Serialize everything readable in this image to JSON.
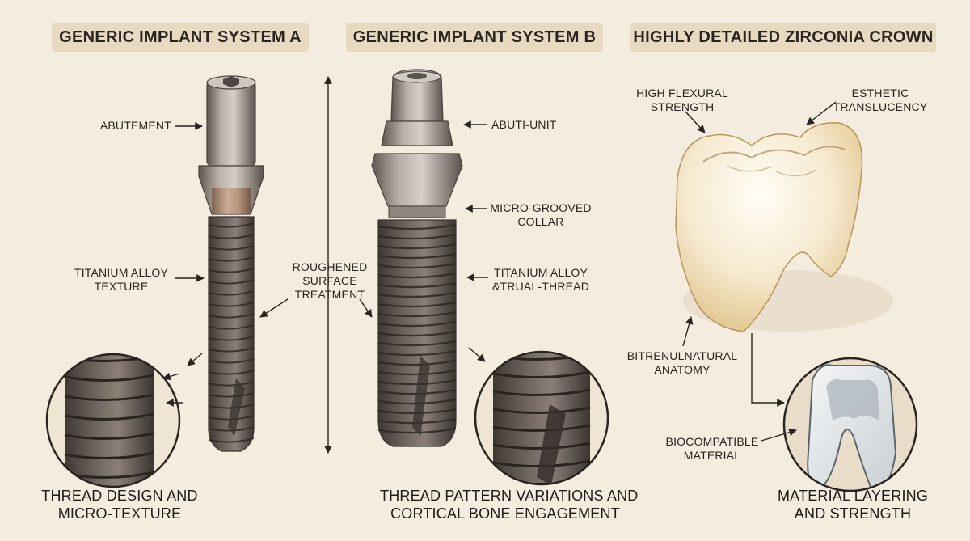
{
  "panels": {
    "a_title": "GENERIC IMPLANT SYSTEM A",
    "b_title": "GENERIC IMPLANT SYSTEM B",
    "c_title": "HIGHLY DETAILED ZIRCONIA CROWN"
  },
  "labels_a": {
    "abutement": "ABUTEMENT",
    "titanium_l1": "TITANIUM ALLOY",
    "titanium_l2": "TEXTURE"
  },
  "labels_mid": {
    "rough_l1": "ROUGHENED",
    "rough_l2": "SURFACE",
    "rough_l3": "TREATMENT"
  },
  "labels_b": {
    "abuti": "ABUTI-UNIT",
    "micro_l1": "MICRO-GROOVED",
    "micro_l2": "COLLAR",
    "ti_l1": "TITANIUM ALLOY",
    "ti_l2": "&TRUAL-THREAD"
  },
  "labels_c": {
    "flex_l1": "HIGH FLEXURAL",
    "flex_l2": "STRENGTH",
    "esth_l1": "ESTHETIC",
    "esth_l2": "TRANSLUCENCY",
    "anat_l1": "BITRENULNATURAL",
    "anat_l2": "ANATOMY",
    "bio_l1": "BIOCOMPATIBLE",
    "bio_l2": "MATERIAL"
  },
  "captions": {
    "a_l1": "THREAD DESIGN AND",
    "a_l2": "MICRO-TEXTURE",
    "b_l1": "THREAD PATTERN VARIATIONS AND",
    "b_l2": "CORTICAL BONE ENGAGEMENT",
    "c_l1": "MATERIAL LAYERING",
    "c_l2": "AND STRENGTH"
  },
  "colors": {
    "background": "#f3ecdf",
    "title_pill": "#e8d9c1",
    "metal_light": "#b9b2aa",
    "metal_dark": "#5f5751",
    "thread_dark": "#4a423d",
    "crown_light": "#fbf6ea",
    "crown_shadow": "#e8cf9a"
  }
}
